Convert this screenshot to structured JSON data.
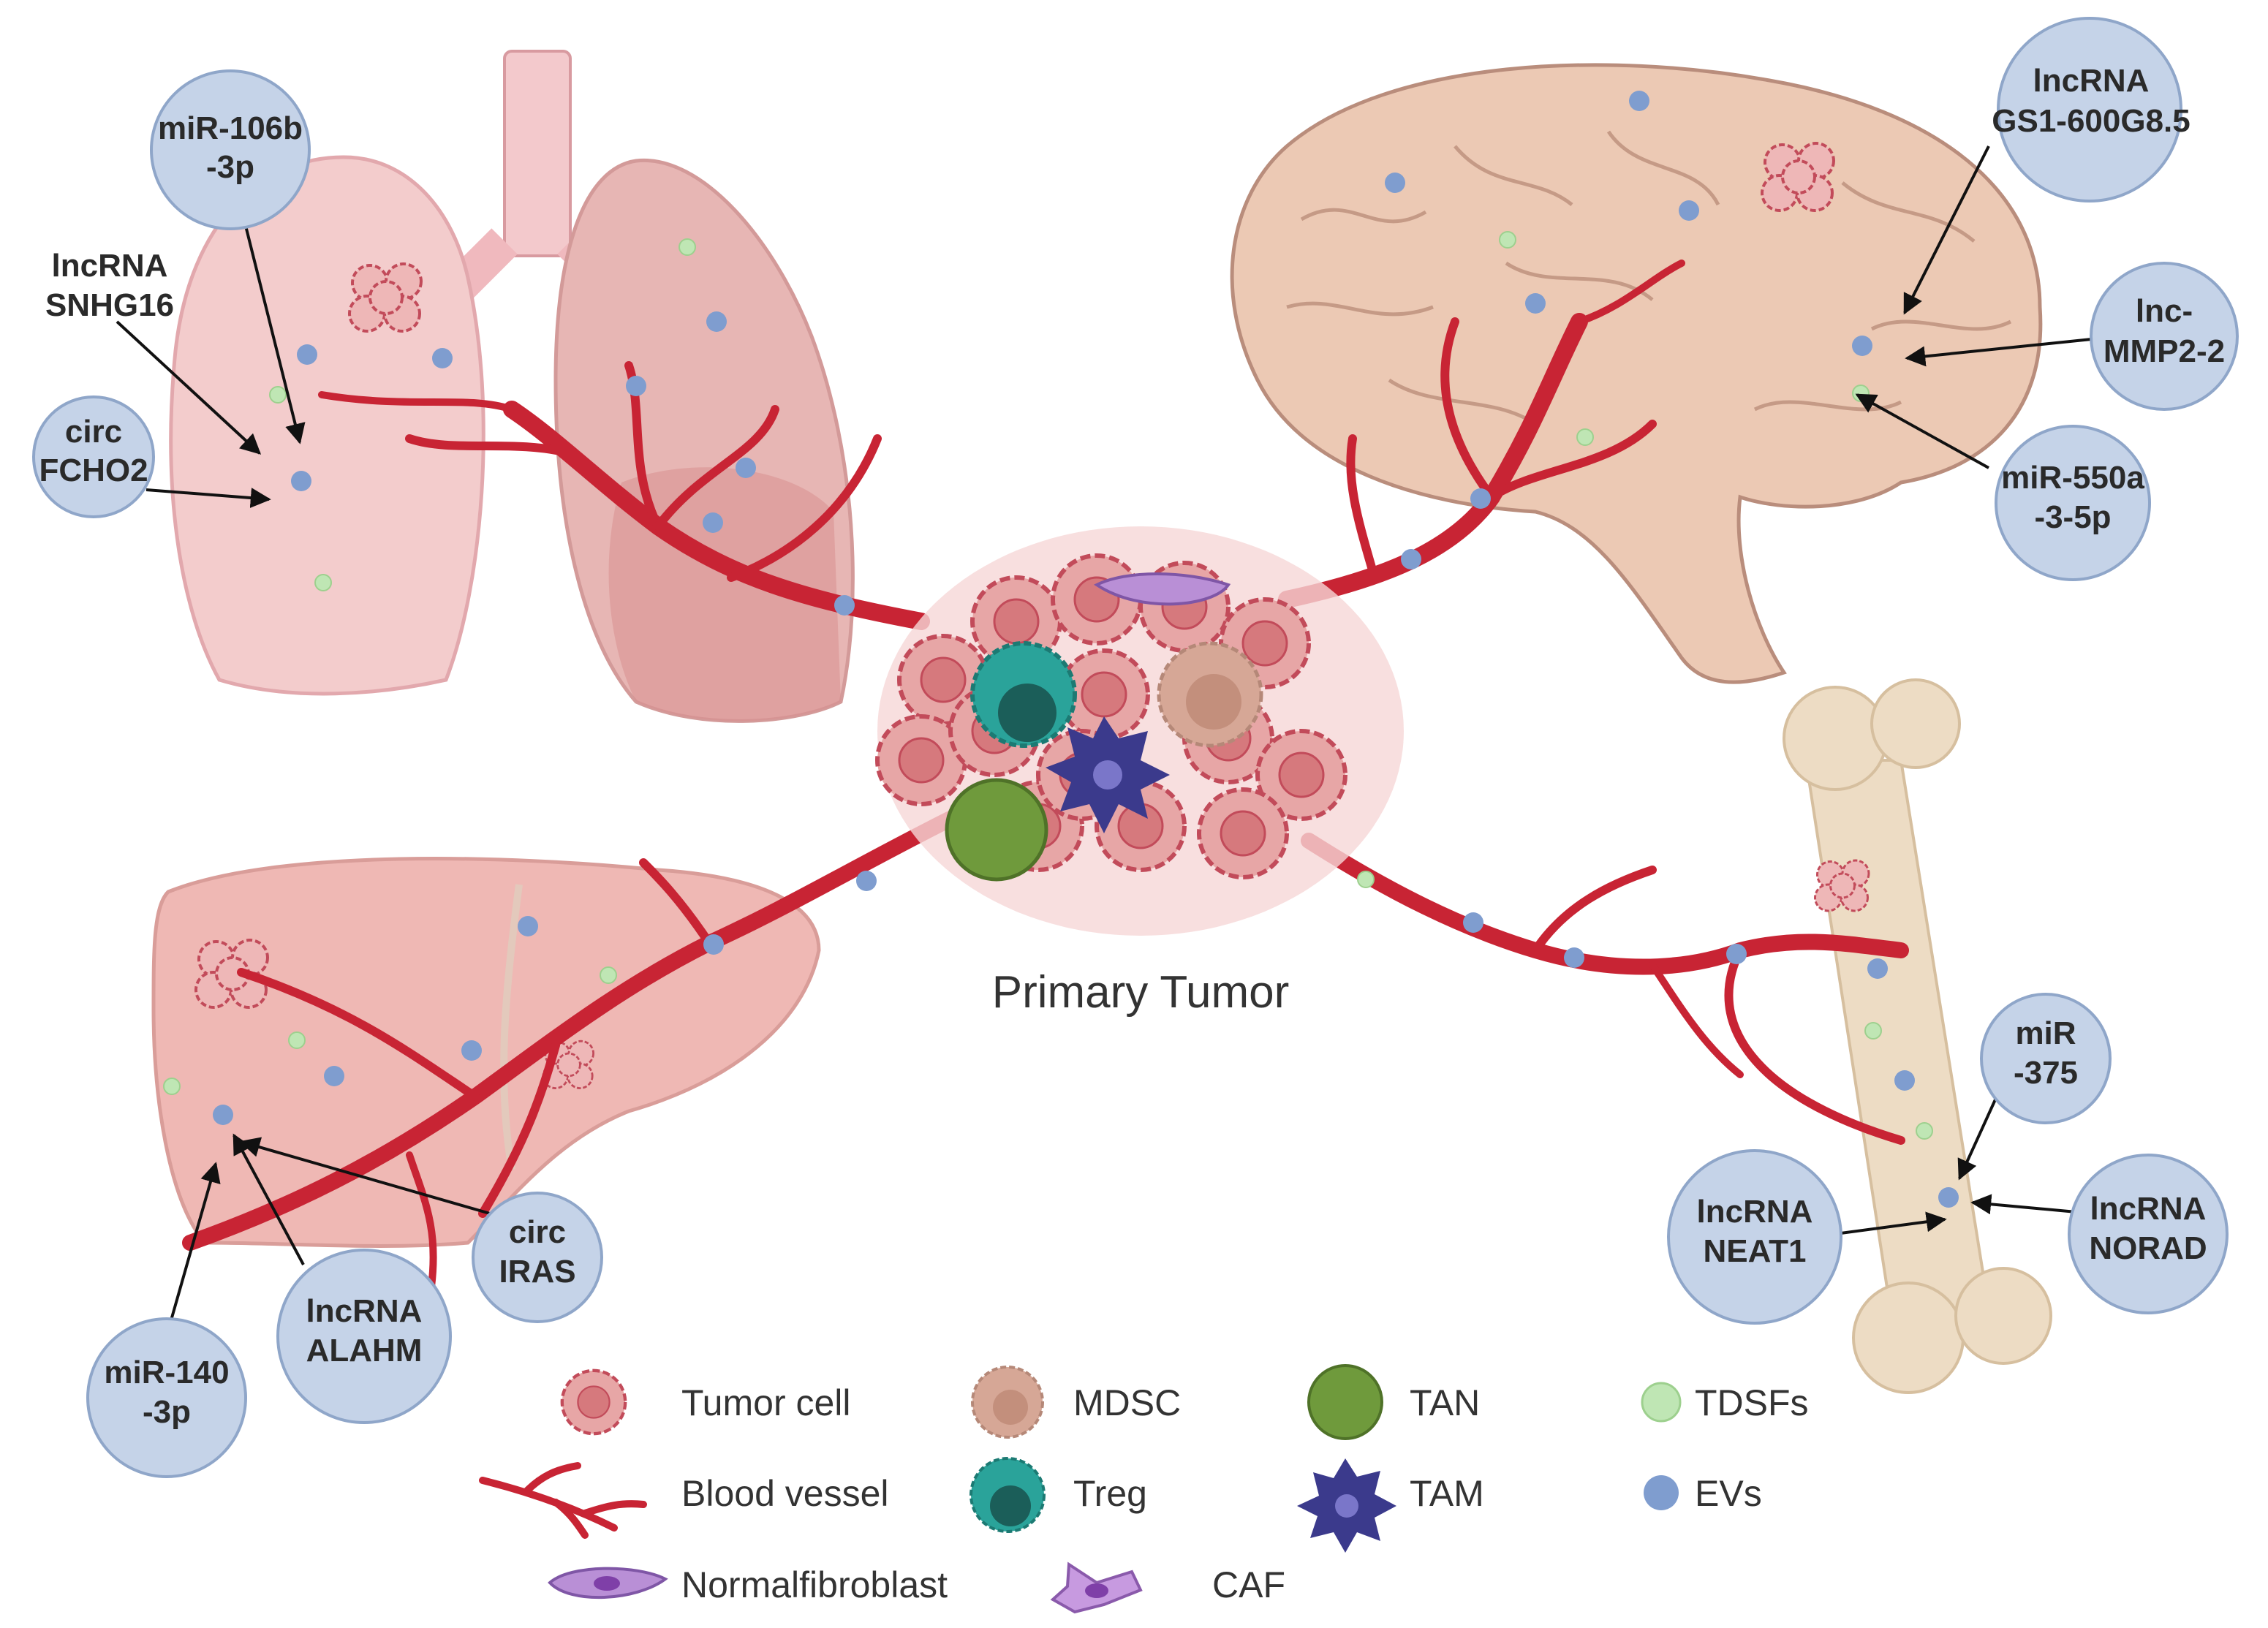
{
  "colors": {
    "vessel": "#c82434",
    "bubble_fill": "#c5d3e8",
    "bubble_stroke": "#8fa6c9",
    "ev": "#7f9dcf",
    "tdsf": "#bfe6b4",
    "tumor": "#e7a6a6",
    "tumor_edge": "#c24b5a",
    "lung": "#f0c8c8",
    "brain": "#ecc9b4",
    "liver": "#efb8b4",
    "bone": "#eddcc4",
    "treg": "#2aa39a",
    "tan": "#6f9a3c",
    "tam": "#3b3a8c",
    "mdsc": "#d6a796",
    "fibroblast": "#a777c8"
  },
  "diagram": {
    "title": "Primary Tumor",
    "bubbles": {
      "mir106b": [
        "miR-106b",
        "-3p"
      ],
      "snhg16": [
        "lncRNA",
        "SNHG16"
      ],
      "fcho2": [
        "circ",
        "FCHO2"
      ],
      "gs1": [
        "lncRNA",
        "GS1-600G8.5"
      ],
      "mmp2": [
        "lnc-",
        "MMP2-2"
      ],
      "mir550": [
        "miR-550a",
        "-3-5p"
      ],
      "mir375": [
        "miR",
        "-375"
      ],
      "neat1": [
        "lncRNA",
        "NEAT1"
      ],
      "norad": [
        "lncRNA",
        "NORAD"
      ],
      "iras": [
        "circ",
        "IRAS"
      ],
      "alahm": [
        "lncRNA",
        "ALAHM"
      ],
      "mir140": [
        "miR-140",
        "-3p"
      ]
    },
    "legend": {
      "tumor_cell": "Tumor cell",
      "mdsc": "MDSC",
      "tan": "TAN",
      "tdsfs": "TDSFs",
      "blood_vessel": "Blood vessel",
      "treg": "Treg",
      "tam": "TAM",
      "evs": "EVs",
      "normal_fibroblast": "Normalfibroblast",
      "caf": "CAF"
    }
  }
}
